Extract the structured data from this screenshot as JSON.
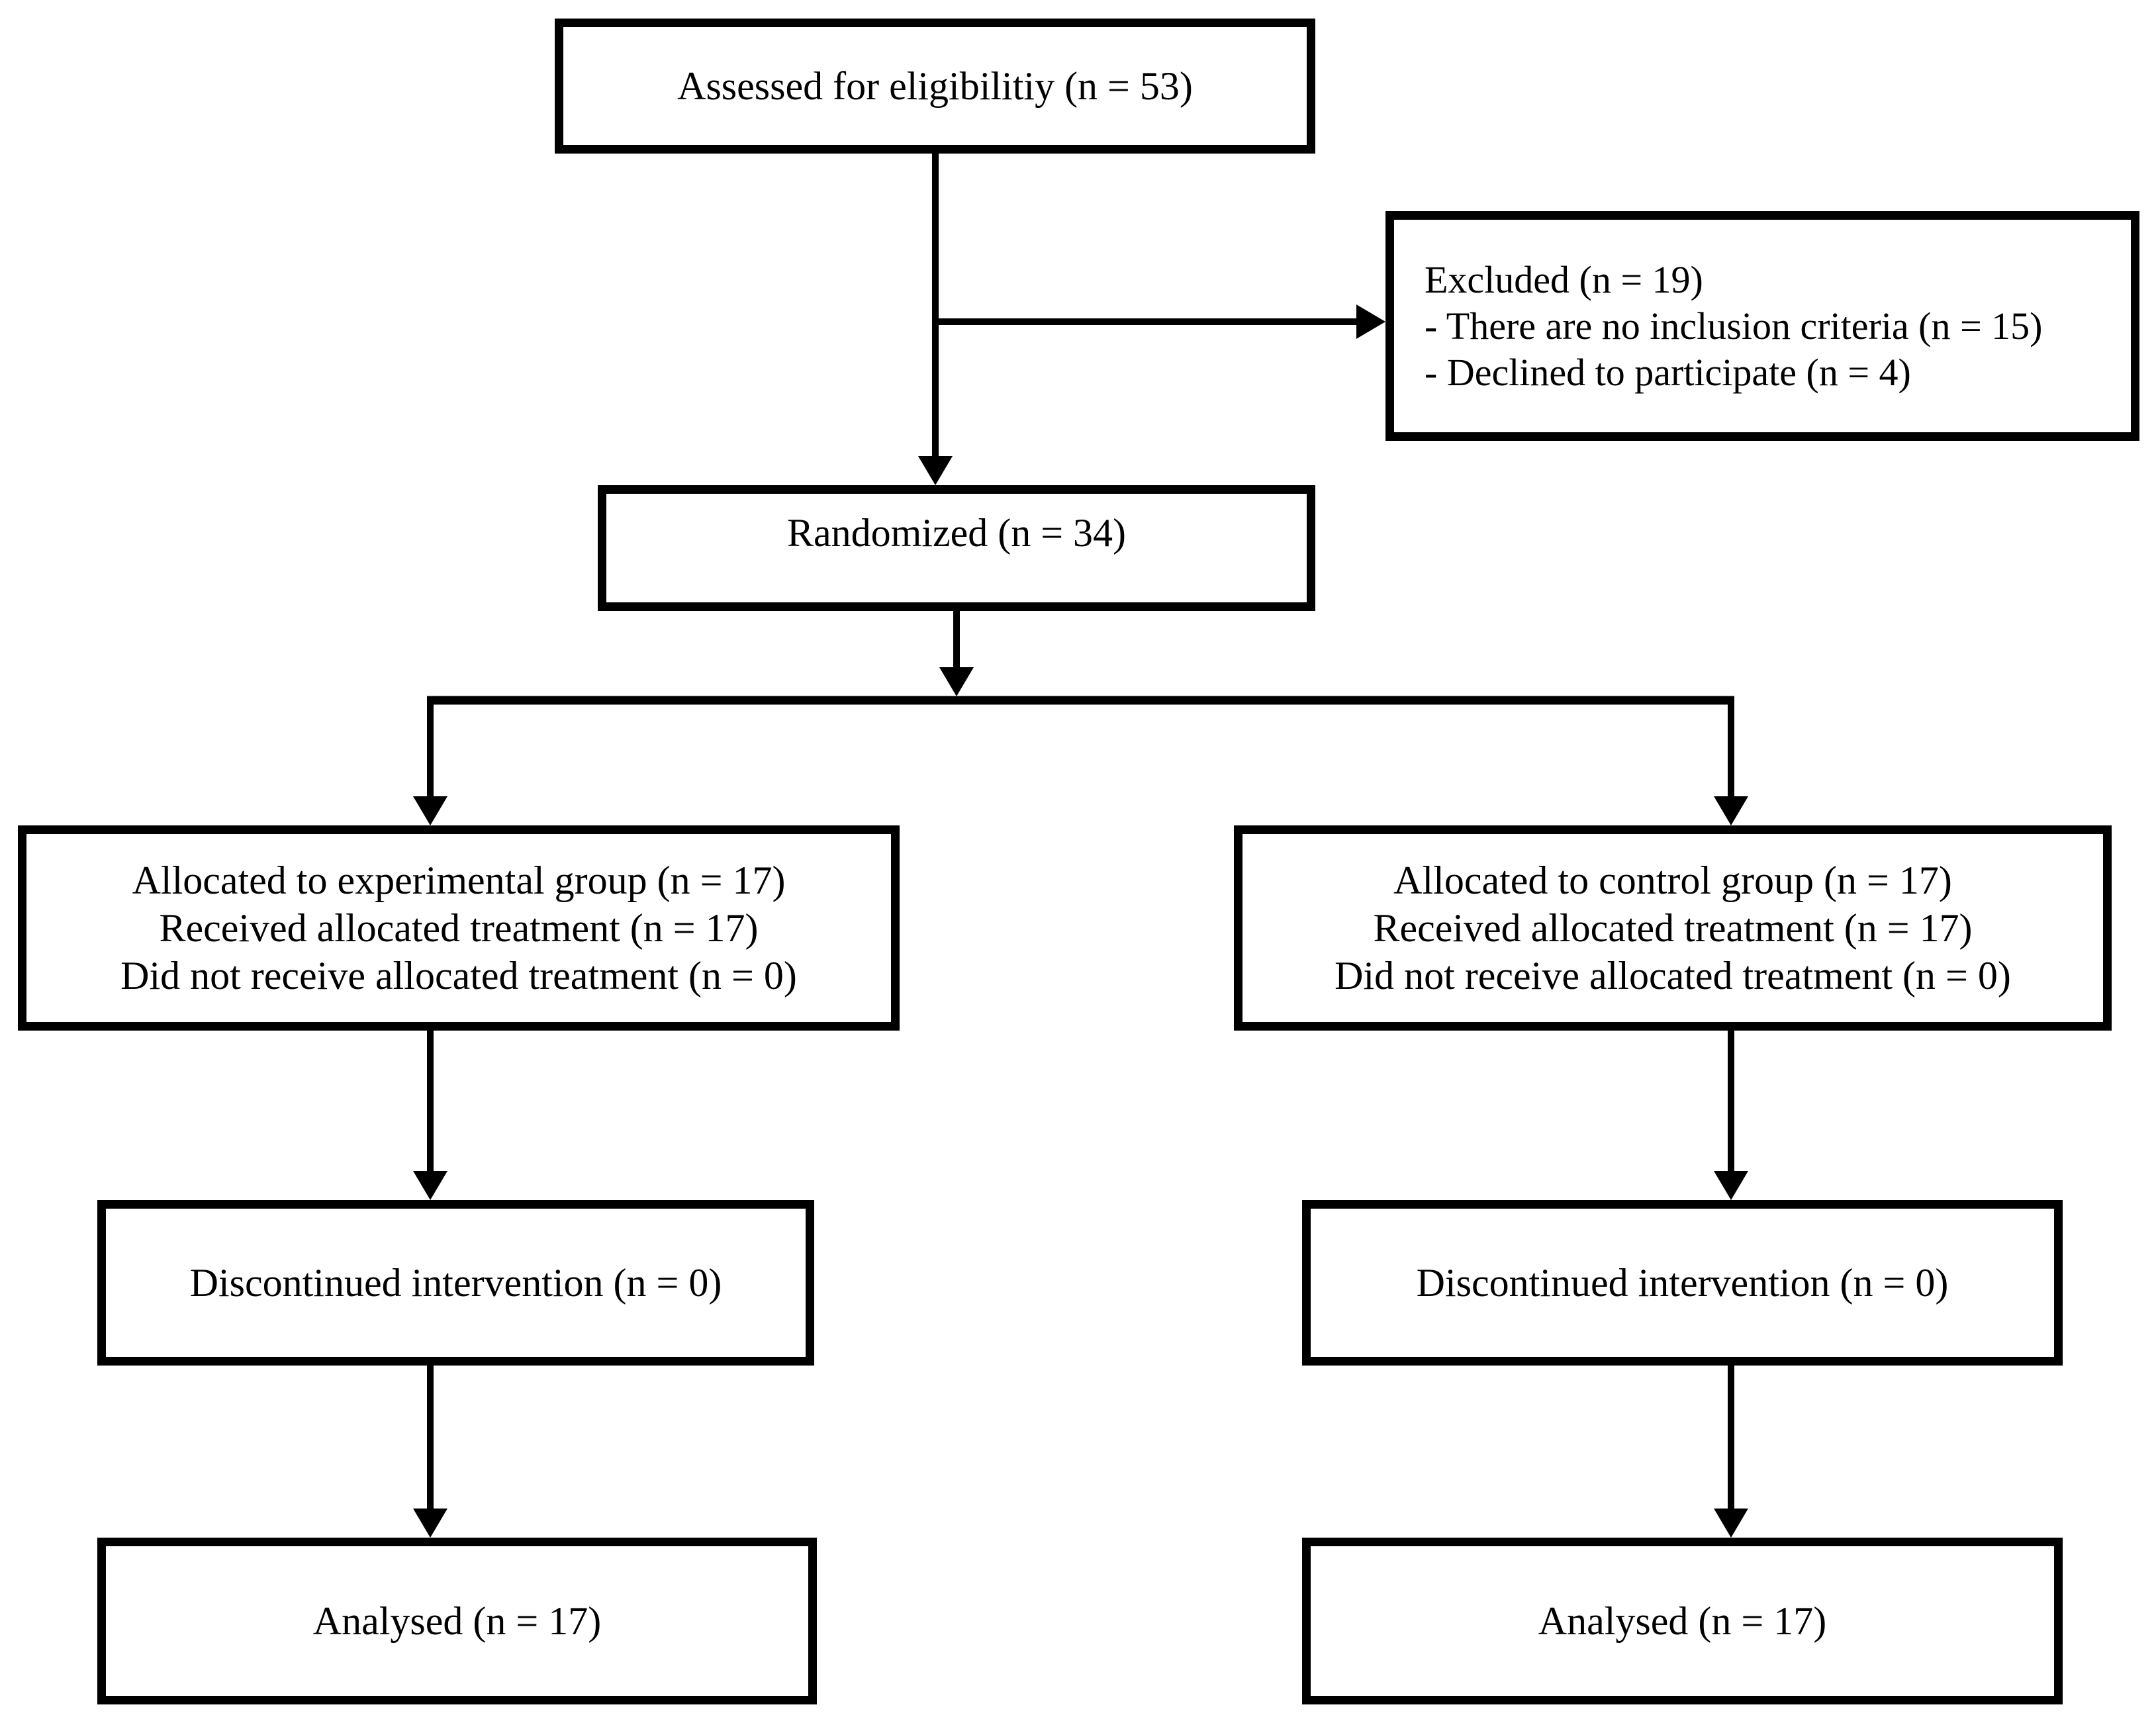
{
  "diagram": {
    "kind": "participant-flow-diagram",
    "colors": {
      "line": "#000000",
      "box_border": "#000000",
      "box_fill": "#ffffff",
      "background": "#ffffff",
      "text": "#000000"
    },
    "boxes": {
      "assessed": {
        "label": "Assessed for eligibilitiy (n = 53)"
      },
      "excluded": {
        "lines": [
          "Excluded (n = 19)",
          "- There are no inclusion criteria (n = 15)",
          "- Declined to participate (n = 4)"
        ]
      },
      "randomized": {
        "label": "Randomized (n = 34)"
      },
      "allocated_experimental": {
        "lines": [
          "Allocated to experimental group (n = 17)",
          "Received allocated treatment (n = 17)",
          "Did not receive allocated treatment (n = 0)"
        ]
      },
      "allocated_control": {
        "lines": [
          "Allocated to control group (n = 17)",
          "Received allocated treatment (n = 17)",
          "Did not receive allocated treatment (n = 0)"
        ]
      },
      "discontinued_experimental": {
        "label": "Discontinued intervention (n = 0)"
      },
      "discontinued_control": {
        "label": "Discontinued intervention (n = 0)"
      },
      "analysed_experimental": {
        "label": "Analysed (n = 17)"
      },
      "analysed_control": {
        "label": "Analysed (n = 17)"
      }
    },
    "connectors": [
      {
        "from": "assessed",
        "to": "randomized"
      },
      {
        "from": "assessed",
        "to": "excluded"
      },
      {
        "from": "randomized",
        "to": "allocated_experimental"
      },
      {
        "from": "randomized",
        "to": "allocated_control"
      },
      {
        "from": "allocated_experimental",
        "to": "discontinued_experimental"
      },
      {
        "from": "discontinued_experimental",
        "to": "analysed_experimental"
      },
      {
        "from": "allocated_control",
        "to": "discontinued_control"
      },
      {
        "from": "discontinued_control",
        "to": "analysed_control"
      }
    ]
  }
}
